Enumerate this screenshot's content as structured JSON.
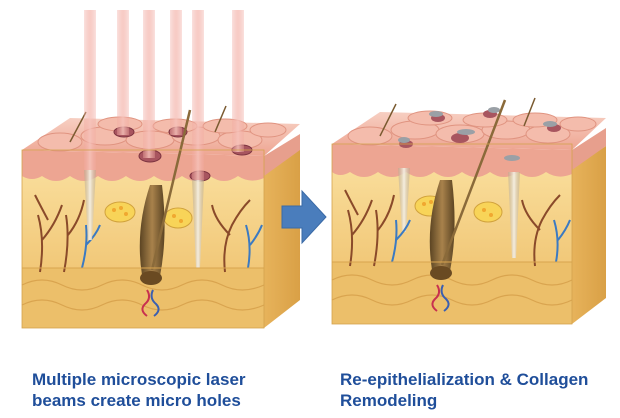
{
  "left_panel": {
    "caption_line1": "Multiple microscopic laser",
    "caption_line2": "beams create micro holes"
  },
  "right_panel": {
    "caption_line1": "Re-epithelialization & Collagen",
    "caption_line2": "Remodeling"
  },
  "arrow": {
    "direction": "right"
  },
  "colors": {
    "caption": "#1f4e9a",
    "arrow": "#4a7dbc",
    "epidermis": "#f2b9a8",
    "dermis": "#f6d68e",
    "subcutis": "#e7b865",
    "side_face": "#efc46b",
    "laser_beam": "#f1a9a0",
    "hair": "#8a6a3a"
  }
}
